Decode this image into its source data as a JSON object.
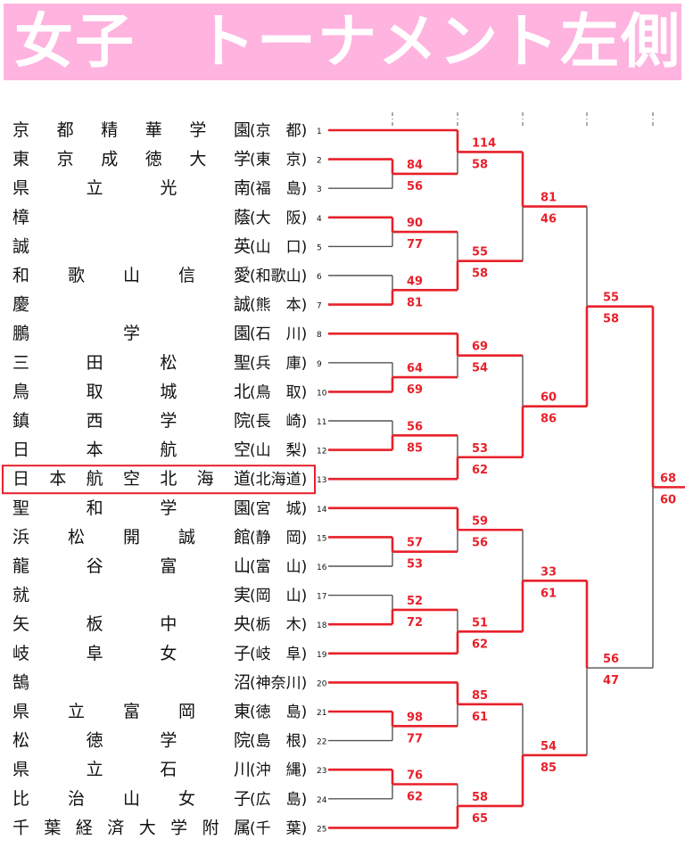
{
  "title": "女子　トーナメント左側",
  "colors": {
    "title_bg": "#ffb3df",
    "title_text": "#ffffff",
    "winner_line": "#e8202a",
    "loser_line": "#555555",
    "score_text": "#e8202a"
  },
  "teams": [
    {
      "seed": "1",
      "chars": [
        "京",
        "都",
        "精",
        "華",
        "学",
        "園"
      ],
      "pref": "(京　都)"
    },
    {
      "seed": "2",
      "chars": [
        "東",
        "京",
        "成",
        "徳",
        "大",
        "学"
      ],
      "pref": "(東　京)"
    },
    {
      "seed": "3",
      "chars": [
        "県",
        "立",
        "光",
        "南"
      ],
      "pref": "(福　島)"
    },
    {
      "seed": "4",
      "chars": [
        "樟",
        "蔭"
      ],
      "pref": "(大　阪)"
    },
    {
      "seed": "5",
      "chars": [
        "誠",
        "英"
      ],
      "pref": "(山　口)"
    },
    {
      "seed": "6",
      "chars": [
        "和",
        "歌",
        "山",
        "信",
        "愛"
      ],
      "pref": "(和歌山)"
    },
    {
      "seed": "7",
      "chars": [
        "慶",
        "誠"
      ],
      "pref": "(熊　本)"
    },
    {
      "seed": "8",
      "chars": [
        "鵬",
        "学",
        "園"
      ],
      "pref": "(石　川)"
    },
    {
      "seed": "9",
      "chars": [
        "三",
        "田",
        "松",
        "聖"
      ],
      "pref": "(兵　庫)"
    },
    {
      "seed": "10",
      "chars": [
        "鳥",
        "取",
        "城",
        "北"
      ],
      "pref": "(鳥　取)"
    },
    {
      "seed": "11",
      "chars": [
        "鎮",
        "西",
        "学",
        "院"
      ],
      "pref": "(長　崎)"
    },
    {
      "seed": "12",
      "chars": [
        "日",
        "本",
        "航",
        "空"
      ],
      "pref": "(山　梨)"
    },
    {
      "seed": "13",
      "chars": [
        "日",
        "本",
        "航",
        "空",
        "北",
        "海",
        "道"
      ],
      "pref": "(北海道)"
    },
    {
      "seed": "14",
      "chars": [
        "聖",
        "和",
        "学",
        "園"
      ],
      "pref": "(宮　城)"
    },
    {
      "seed": "15",
      "chars": [
        "浜",
        "松",
        "開",
        "誠",
        "館"
      ],
      "pref": "(静　岡)"
    },
    {
      "seed": "16",
      "chars": [
        "龍",
        "谷",
        "富",
        "山"
      ],
      "pref": "(富　山)"
    },
    {
      "seed": "17",
      "chars": [
        "就",
        "実"
      ],
      "pref": "(岡　山)"
    },
    {
      "seed": "18",
      "chars": [
        "矢",
        "板",
        "中",
        "央"
      ],
      "pref": "(栃　木)"
    },
    {
      "seed": "19",
      "chars": [
        "岐",
        "阜",
        "女",
        "子"
      ],
      "pref": "(岐　阜)"
    },
    {
      "seed": "20",
      "chars": [
        "鵠",
        "沼"
      ],
      "pref": "(神奈川)"
    },
    {
      "seed": "21",
      "chars": [
        "県",
        "立",
        "富",
        "岡",
        "東"
      ],
      "pref": "(徳　島)"
    },
    {
      "seed": "22",
      "chars": [
        "松",
        "徳",
        "学",
        "院"
      ],
      "pref": "(島　根)"
    },
    {
      "seed": "23",
      "chars": [
        "県",
        "立",
        "石",
        "川"
      ],
      "pref": "(沖　縄)"
    },
    {
      "seed": "24",
      "chars": [
        "比",
        "治",
        "山",
        "女",
        "子"
      ],
      "pref": "(広　島)"
    },
    {
      "seed": "25",
      "chars": [
        "千",
        "葉",
        "経",
        "済",
        "大",
        "学",
        "附",
        "属"
      ],
      "pref": "(千　葉)"
    }
  ],
  "scores": {
    "r1_2v3": [
      "84",
      "56"
    ],
    "r1_4v5": [
      "90",
      "77"
    ],
    "r1_6v7": [
      "49",
      "81"
    ],
    "r1_9v10": [
      "64",
      "69"
    ],
    "r1_11v12": [
      "56",
      "85"
    ],
    "r1_15v16": [
      "57",
      "53"
    ],
    "r1_17v18": [
      "52",
      "72"
    ],
    "r1_21v22": [
      "98",
      "77"
    ],
    "r1_23v24": [
      "76",
      "62"
    ],
    "r2_1v23": [
      "114",
      "58"
    ],
    "r2_45v67": [
      "55",
      "58"
    ],
    "r2_8v910": [
      "69",
      "54"
    ],
    "r2_1112v13": [
      "53",
      "62"
    ],
    "r2_14v1516": [
      "59",
      "56"
    ],
    "r2_1718v19": [
      "51",
      "62"
    ],
    "r2_20v2122": [
      "85",
      "61"
    ],
    "r2_2324v25": [
      "58",
      "65"
    ],
    "r3_a": [
      "81",
      "46"
    ],
    "r3_b": [
      "60",
      "86"
    ],
    "r3_c": [
      "33",
      "61"
    ],
    "r3_d": [
      "54",
      "85"
    ],
    "qf_top": [
      "55",
      "58"
    ],
    "qf_bottom": [
      "56",
      "47"
    ],
    "sf": [
      "68",
      "60"
    ]
  }
}
